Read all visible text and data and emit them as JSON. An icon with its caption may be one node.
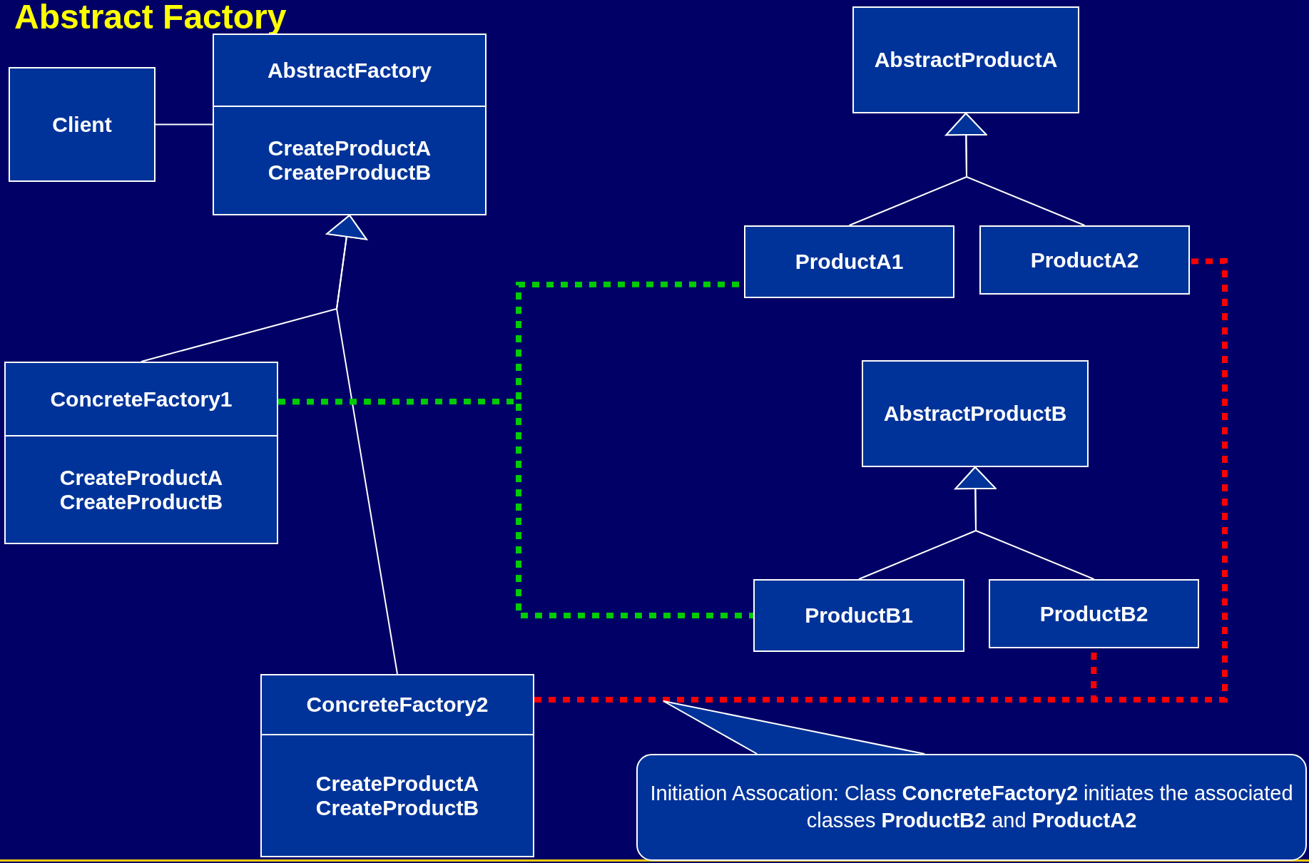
{
  "diagram": {
    "title": "Abstract Factory",
    "nodes": [
      {
        "text": [
          "Client"
        ]
      },
      {
        "text": [
          "AbstractFactory",
          "CreateProductA CreateProductB"
        ]
      },
      {
        "text": [
          "ConcreteFactory1",
          "CreateProductA CreateProductB"
        ]
      },
      {
        "text": [
          "ConcreteFactory2",
          "CreateProductA CreateProductB"
        ]
      },
      {
        "text": [
          "AbstractProductA"
        ]
      },
      {
        "text": [
          "ProductA1"
        ]
      },
      {
        "text": [
          "ProductA2"
        ]
      },
      {
        "text": [
          "AbstractProductB"
        ]
      },
      {
        "text": [
          "ProductB1"
        ]
      },
      {
        "text": [
          "ProductB2"
        ]
      },
      {
        "text": [
          "Initiation Assocation: Class **ConcreteFactory2** initiates the associated classes **ProductB2** and **ProductA2**"
        ]
      }
    ],
    "edges": [
      {
        "from": 0,
        "to": 1,
        "arrow": "none"
      },
      {
        "from": 2,
        "to": 1,
        "arrow": "to"
      },
      {
        "from": 3,
        "to": 1,
        "arrow": "to"
      },
      {
        "from": 5,
        "to": 4,
        "arrow": "to"
      },
      {
        "from": 6,
        "to": 4,
        "arrow": "to"
      },
      {
        "from": 8,
        "to": 7,
        "arrow": "to"
      },
      {
        "from": 9,
        "to": 7,
        "arrow": "to"
      },
      {
        "from": 2,
        "to": 5,
        "arrow": "none",
        "style": "dashed",
        "color": "#00cc00"
      },
      {
        "from": 2,
        "to": 8,
        "arrow": "none",
        "style": "dashed",
        "color": "#00cc00"
      },
      {
        "from": 3,
        "to": 9,
        "arrow": "none",
        "style": "dashed",
        "color": "#ff0000"
      },
      {
        "from": 3,
        "to": 6,
        "arrow": "none",
        "style": "dashed",
        "color": "#ff0000"
      },
      {
        "from": 10,
        "to": null,
        "arrow": "none"
      }
    ]
  }
}
